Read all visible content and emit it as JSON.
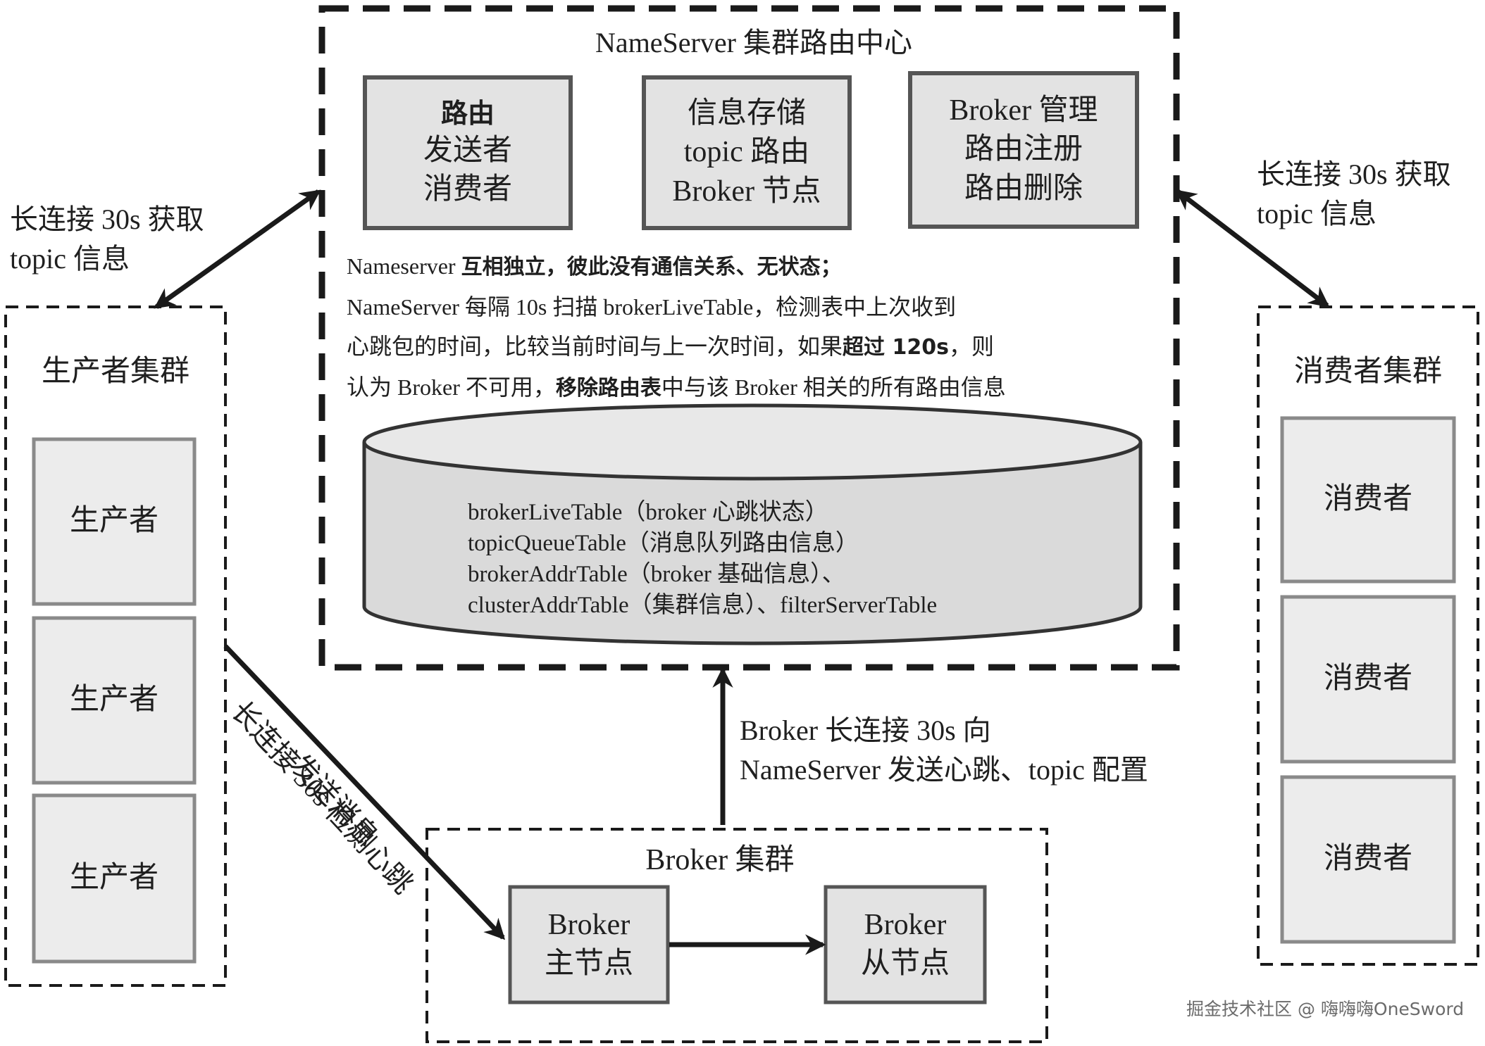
{
  "nameserver": {
    "title": "NameServer 集群路由中心",
    "boxes": [
      {
        "line1": "路由",
        "line2": "发送者",
        "line3": "消费者"
      },
      {
        "line1": "信息存储",
        "line2": "topic 路由",
        "line3": "Broker 节点"
      },
      {
        "line1": "Broker 管理",
        "line2": "路由注册",
        "line3": "路由删除"
      }
    ],
    "description": {
      "l1_a": "Nameserver ",
      "l1_b": "互相独立，彼此没有通信关系、无状态；",
      "l2": "NameServer 每隔 10s 扫描 brokerLiveTable，检测表中上次收到",
      "l3_a": "心跳包的时间，比较当前时间与上一次时间，如果",
      "l3_b": "超过 120s",
      "l3_c": "，则",
      "l4_a": "认为 Broker 不可用，",
      "l4_b": "移除路由表",
      "l4_c": "中与该 Broker 相关的所有路由信息"
    },
    "tables": [
      "brokerLiveTable（broker 心跳状态）",
      "topicQueueTable（消息队列路由信息）",
      "brokerAddrTable（broker 基础信息）、",
      "clusterAddrTable（集群信息）、filterServerTable"
    ]
  },
  "producer_cluster": {
    "title": "生产者集群",
    "items": [
      "生产者",
      "生产者",
      "生产者"
    ]
  },
  "consumer_cluster": {
    "title": "消费者集群",
    "items": [
      "消费者",
      "消费者",
      "消费者"
    ]
  },
  "broker_cluster": {
    "title": "Broker 集群",
    "master": {
      "line1": "Broker",
      "line2": "主节点"
    },
    "slave": {
      "line1": "Broker",
      "line2": "从节点"
    }
  },
  "labels": {
    "left_conn_line1": "长连接 30s 获取",
    "left_conn_line2": "topic 信息",
    "right_conn_line1": "长连接 30s 获取",
    "right_conn_line2": "topic 信息",
    "broker_conn_line1": "Broker 长连接 30s 向",
    "broker_conn_line2": "NameServer 发送心跳、topic 配置",
    "send_message": "发送消息",
    "heartbeat_check": "长连接 30s 检测心跳"
  },
  "watermark": "掘金技术社区 @ 嗨嗨嗨OneSword",
  "colors": {
    "box_fill": "#e3e3e3",
    "box_stroke": "#555555",
    "cluster_item_fill": "#ececec",
    "cluster_item_stroke": "#8a8a8a",
    "line": "#1a1a1a"
  }
}
